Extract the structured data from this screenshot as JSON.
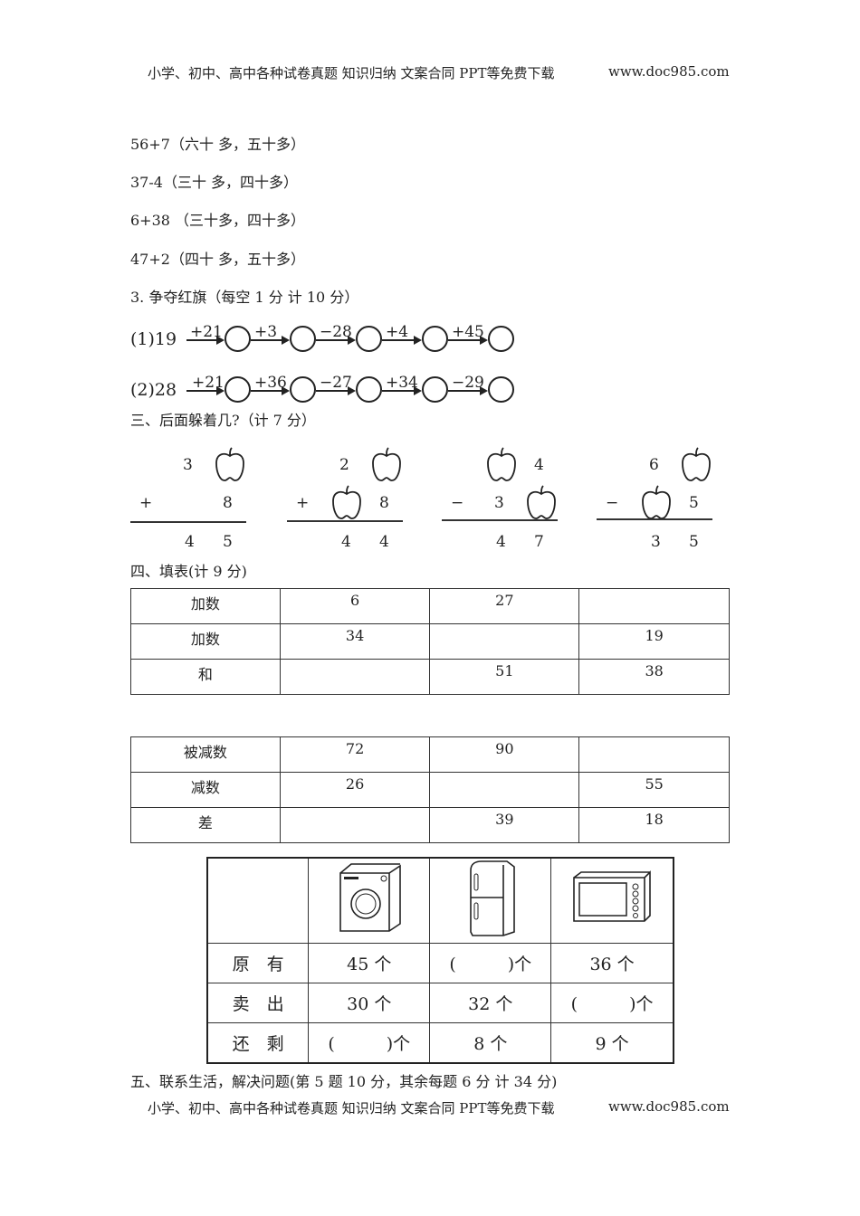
{
  "header": {
    "text": "小学、初中、高中各种试卷真题  知识归纳  文案合同  PPT等免费下载",
    "url": "www.doc985.com"
  },
  "estimates": [
    "56+7（六十  多，五十多）",
    "37-4（三十  多，四十多）",
    "6+38  （三十多，四十多）",
    "47+2（四十  多，五十多）"
  ],
  "section3_title": "3. 争夺红旗（每空 1 分    计 10 分）",
  "chains": [
    {
      "start": "(1)19",
      "ops": [
        "+21",
        "+3",
        "−28",
        "+4",
        "+45"
      ]
    },
    {
      "start": "(2)28",
      "ops": [
        "+21",
        "+36",
        "−27",
        "+34",
        "−29"
      ]
    }
  ],
  "section_san": "三、后面躲着几?（计 7 分）",
  "vertical": [
    {
      "top": [
        "3",
        "apple"
      ],
      "op": "+",
      "mid": [
        "",
        "8"
      ],
      "res": [
        "4",
        "5"
      ]
    },
    {
      "top": [
        "2",
        "apple"
      ],
      "op": "+",
      "mid": [
        "apple",
        "8"
      ],
      "res": [
        "4",
        "4"
      ]
    },
    {
      "top": [
        "apple",
        "4"
      ],
      "op": "−",
      "mid": [
        "3",
        "apple"
      ],
      "res": [
        "4",
        "7"
      ]
    },
    {
      "top": [
        "6",
        "apple"
      ],
      "op": "−",
      "mid": [
        "apple",
        "5"
      ],
      "res": [
        "3",
        "5"
      ]
    }
  ],
  "section_si": "四、填表(计 9 分)",
  "table_add": [
    [
      "加数",
      "6",
      "27",
      ""
    ],
    [
      "加数",
      "34",
      "",
      "19"
    ],
    [
      "和",
      "",
      "51",
      "38"
    ]
  ],
  "table_sub": [
    [
      "被减数",
      "72",
      "90",
      ""
    ],
    [
      "减数",
      "26",
      "",
      "55"
    ],
    [
      "差",
      "",
      "39",
      "18"
    ]
  ],
  "appliance_table": {
    "icons": [
      "washing-machine",
      "refrigerator",
      "microwave"
    ],
    "rows": [
      [
        "原　有",
        "45 个",
        "(　　　)个",
        "36 个"
      ],
      [
        "卖　出",
        "30 个",
        "32 个",
        "(　　　)个"
      ],
      [
        "还　剩",
        "(　　　)个",
        "8 个",
        "9 个"
      ]
    ]
  },
  "section_wu": "五、联系生活，解决问题(第 5 题 10 分，其余每题 6 分   计 34 分)",
  "footer": {
    "text": "小学、初中、高中各种试卷真题  知识归纳  文案合同  PPT等免费下载",
    "url": "www.doc985.com"
  }
}
